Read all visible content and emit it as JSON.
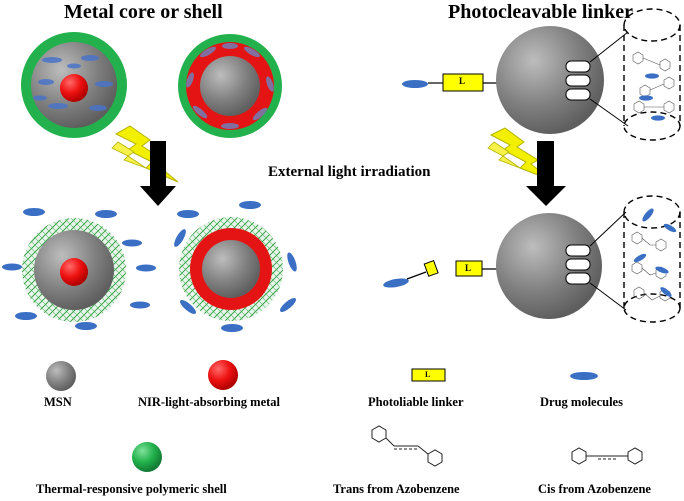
{
  "headings": {
    "left": "Metal core or shell",
    "right": "Photocleavable linker",
    "middle": "External light irradiation"
  },
  "linker_label": "L",
  "legend": {
    "msn": "MSN",
    "nir_metal": "NIR-light-absorbing metal",
    "linker": "Photoliable linker",
    "drug": "Drug molecules",
    "shell": "Thermal-responsive polymeric shell",
    "trans": "Trans from Azobenzene",
    "cis": "Cis from Azobenzene"
  },
  "colors": {
    "msn_gray": "#7a7a7a",
    "metal_red": "#e01010",
    "shell_green": "#22b14c",
    "drug_blue": "#3a6fc4",
    "linker_yellow": "#ffff00",
    "lightning_yellow": "#f2f000",
    "arrow": "#000000"
  }
}
